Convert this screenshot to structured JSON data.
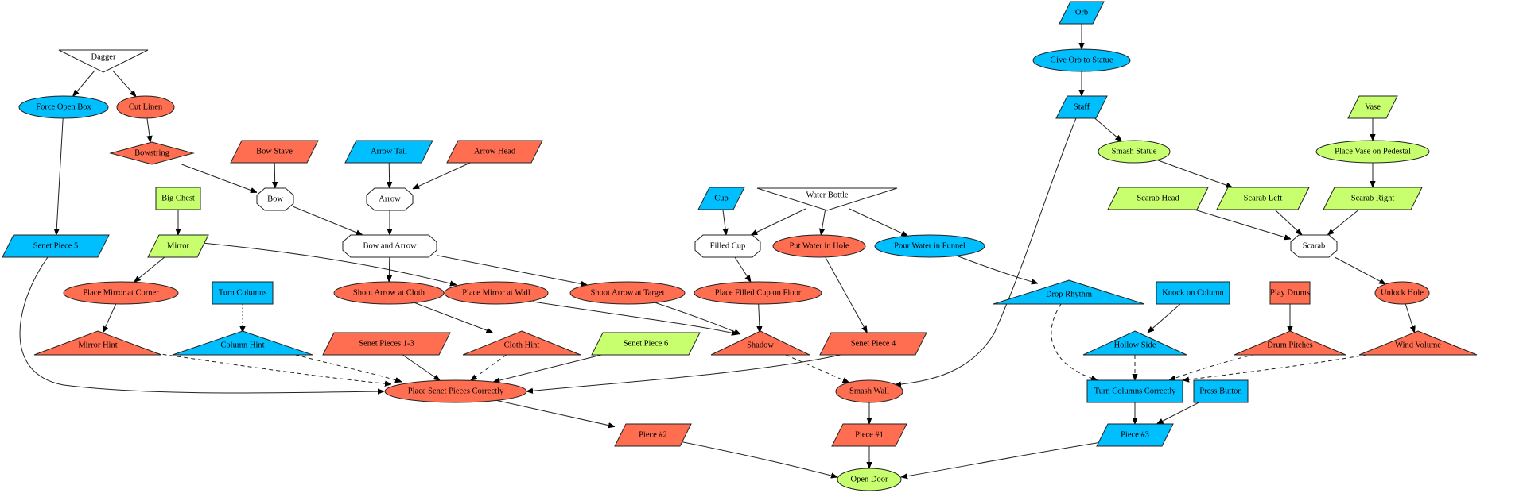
{
  "title": "Puzzle dependency graph",
  "colors": {
    "red": "#ff6e50",
    "blue": "#00bfff",
    "green": "#c8ff6e",
    "white": "#ffffff",
    "stroke": "#222222"
  },
  "nodes": [
    {
      "id": "dagger",
      "label": "Dagger",
      "shape": "invtriangle",
      "color": "white"
    },
    {
      "id": "force_open_box",
      "label": "Force Open Box",
      "shape": "ellipse",
      "color": "blue"
    },
    {
      "id": "cut_linen",
      "label": "Cut Linen",
      "shape": "ellipse",
      "color": "red"
    },
    {
      "id": "bowstring",
      "label": "Bowstring",
      "shape": "diamond",
      "color": "red"
    },
    {
      "id": "bow_stave",
      "label": "Bow Stave",
      "shape": "parallelogram",
      "color": "red"
    },
    {
      "id": "arrow_tail",
      "label": "Arrow Tail",
      "shape": "parallelogram",
      "color": "blue"
    },
    {
      "id": "arrow_head",
      "label": "Arrow Head",
      "shape": "parallelogram",
      "color": "red"
    },
    {
      "id": "bow",
      "label": "Bow",
      "shape": "octagon",
      "color": "white"
    },
    {
      "id": "arrow",
      "label": "Arrow",
      "shape": "octagon",
      "color": "white"
    },
    {
      "id": "big_chest",
      "label": "Big Chest",
      "shape": "box",
      "color": "green"
    },
    {
      "id": "bow_and_arrow",
      "label": "Bow and Arrow",
      "shape": "octagon",
      "color": "white"
    },
    {
      "id": "senet_piece_5",
      "label": "Senet Piece 5",
      "shape": "parallelogram",
      "color": "blue"
    },
    {
      "id": "mirror",
      "label": "Mirror",
      "shape": "parallelogram",
      "color": "green"
    },
    {
      "id": "place_mirror_corner",
      "label": "Place Mirror at Corner",
      "shape": "ellipse",
      "color": "red"
    },
    {
      "id": "turn_columns",
      "label": "Turn Columns",
      "shape": "box",
      "color": "blue"
    },
    {
      "id": "shoot_arrow_cloth",
      "label": "Shoot Arrow at Cloth",
      "shape": "ellipse",
      "color": "red"
    },
    {
      "id": "place_mirror_wall",
      "label": "Place Mirror at Wall",
      "shape": "ellipse",
      "color": "red"
    },
    {
      "id": "shoot_arrow_target",
      "label": "Shoot Arrow at Target",
      "shape": "ellipse",
      "color": "red"
    },
    {
      "id": "mirror_hint",
      "label": "Mirror Hint",
      "shape": "triangle",
      "color": "red"
    },
    {
      "id": "column_hint",
      "label": "Column Hint",
      "shape": "triangle",
      "color": "blue"
    },
    {
      "id": "senet_pieces_1_3",
      "label": "Senet Pieces 1-3",
      "shape": "parallelogram",
      "color": "red"
    },
    {
      "id": "cloth_hint",
      "label": "Cloth Hint",
      "shape": "triangle",
      "color": "red"
    },
    {
      "id": "senet_piece_6",
      "label": "Senet Piece 6",
      "shape": "parallelogram",
      "color": "green"
    },
    {
      "id": "place_senet",
      "label": "Place Senet Pieces Correctly",
      "shape": "ellipse",
      "color": "red"
    },
    {
      "id": "piece_2",
      "label": "Piece #2",
      "shape": "parallelogram",
      "color": "red"
    },
    {
      "id": "cup",
      "label": "Cup",
      "shape": "parallelogram",
      "color": "blue"
    },
    {
      "id": "water_bottle",
      "label": "Water Bottle",
      "shape": "invtriangle",
      "color": "white"
    },
    {
      "id": "filled_cup",
      "label": "Filled Cup",
      "shape": "octagon",
      "color": "white"
    },
    {
      "id": "put_water_hole",
      "label": "Put Water in Hole",
      "shape": "ellipse",
      "color": "red"
    },
    {
      "id": "pour_water_funnel",
      "label": "Pour Water in Funnel",
      "shape": "ellipse",
      "color": "blue"
    },
    {
      "id": "place_filled_cup",
      "label": "Place Filled Cup on Floor",
      "shape": "ellipse",
      "color": "red"
    },
    {
      "id": "shadow",
      "label": "Shadow",
      "shape": "triangle",
      "color": "red"
    },
    {
      "id": "senet_piece_4",
      "label": "Senet Piece 4",
      "shape": "parallelogram",
      "color": "red"
    },
    {
      "id": "smash_wall",
      "label": "Smash Wall",
      "shape": "ellipse",
      "color": "red"
    },
    {
      "id": "piece_1",
      "label": "Piece #1",
      "shape": "parallelogram",
      "color": "red"
    },
    {
      "id": "open_door",
      "label": "Open Door",
      "shape": "ellipse",
      "color": "green"
    },
    {
      "id": "orb",
      "label": "Orb",
      "shape": "parallelogram",
      "color": "blue"
    },
    {
      "id": "give_orb",
      "label": "Give Orb to Statue",
      "shape": "ellipse",
      "color": "blue"
    },
    {
      "id": "staff",
      "label": "Staff",
      "shape": "parallelogram",
      "color": "blue"
    },
    {
      "id": "smash_statue",
      "label": "Smash Statue",
      "shape": "ellipse",
      "color": "green"
    },
    {
      "id": "vase",
      "label": "Vase",
      "shape": "parallelogram",
      "color": "green"
    },
    {
      "id": "place_vase",
      "label": "Place Vase on Pedestal",
      "shape": "ellipse",
      "color": "green"
    },
    {
      "id": "scarab_head",
      "label": "Scarab Head",
      "shape": "parallelogram",
      "color": "green"
    },
    {
      "id": "scarab_left",
      "label": "Scarab Left",
      "shape": "parallelogram",
      "color": "green"
    },
    {
      "id": "scarab_right",
      "label": "Scarab Right",
      "shape": "parallelogram",
      "color": "green"
    },
    {
      "id": "scarab",
      "label": "Scarab",
      "shape": "octagon",
      "color": "white"
    },
    {
      "id": "drop_rhythm",
      "label": "Drop Rhythm",
      "shape": "triangle",
      "color": "blue"
    },
    {
      "id": "knock_column",
      "label": "Knock on Column",
      "shape": "box",
      "color": "blue"
    },
    {
      "id": "play_drums",
      "label": "Play Drums",
      "shape": "box",
      "color": "red"
    },
    {
      "id": "unlock_hole",
      "label": "Unlock Hole",
      "shape": "ellipse",
      "color": "red"
    },
    {
      "id": "hollow_side",
      "label": "Hollow Side",
      "shape": "triangle",
      "color": "blue"
    },
    {
      "id": "drum_pitches",
      "label": "Drum Pitches",
      "shape": "triangle",
      "color": "red"
    },
    {
      "id": "wind_volume",
      "label": "Wind Volume",
      "shape": "triangle",
      "color": "red"
    },
    {
      "id": "turn_columns_correctly",
      "label": "Turn Columns Correctly",
      "shape": "box",
      "color": "blue"
    },
    {
      "id": "press_button",
      "label": "Press Button",
      "shape": "box",
      "color": "blue"
    },
    {
      "id": "piece_3",
      "label": "Piece #3",
      "shape": "parallelogram",
      "color": "blue"
    }
  ],
  "edges": [
    {
      "from": "dagger",
      "to": "force_open_box",
      "style": "solid"
    },
    {
      "from": "dagger",
      "to": "cut_linen",
      "style": "solid"
    },
    {
      "from": "cut_linen",
      "to": "bowstring",
      "style": "solid"
    },
    {
      "from": "bowstring",
      "to": "bow",
      "style": "solid"
    },
    {
      "from": "bow_stave",
      "to": "bow",
      "style": "solid"
    },
    {
      "from": "arrow_tail",
      "to": "arrow",
      "style": "solid"
    },
    {
      "from": "arrow_head",
      "to": "arrow",
      "style": "solid"
    },
    {
      "from": "bow",
      "to": "bow_and_arrow",
      "style": "solid"
    },
    {
      "from": "arrow",
      "to": "bow_and_arrow",
      "style": "solid"
    },
    {
      "from": "force_open_box",
      "to": "senet_piece_5",
      "style": "solid"
    },
    {
      "from": "big_chest",
      "to": "mirror",
      "style": "solid"
    },
    {
      "from": "mirror",
      "to": "place_mirror_corner",
      "style": "solid"
    },
    {
      "from": "mirror",
      "to": "place_mirror_wall",
      "style": "solid"
    },
    {
      "from": "bow_and_arrow",
      "to": "shoot_arrow_cloth",
      "style": "solid"
    },
    {
      "from": "bow_and_arrow",
      "to": "shoot_arrow_target",
      "style": "solid"
    },
    {
      "from": "place_mirror_corner",
      "to": "mirror_hint",
      "style": "solid"
    },
    {
      "from": "turn_columns",
      "to": "column_hint",
      "style": "dotted"
    },
    {
      "from": "shoot_arrow_cloth",
      "to": "cloth_hint",
      "style": "solid"
    },
    {
      "from": "place_mirror_wall",
      "to": "shadow",
      "style": "solid"
    },
    {
      "from": "shoot_arrow_target",
      "to": "shadow",
      "style": "solid"
    },
    {
      "from": "senet_piece_5",
      "to": "place_senet",
      "style": "solid"
    },
    {
      "from": "mirror_hint",
      "to": "place_senet",
      "style": "dashed"
    },
    {
      "from": "column_hint",
      "to": "place_senet",
      "style": "dashed"
    },
    {
      "from": "senet_pieces_1_3",
      "to": "place_senet",
      "style": "solid"
    },
    {
      "from": "cloth_hint",
      "to": "place_senet",
      "style": "dashed"
    },
    {
      "from": "senet_piece_6",
      "to": "place_senet",
      "style": "solid"
    },
    {
      "from": "senet_piece_4",
      "to": "place_senet",
      "style": "solid"
    },
    {
      "from": "place_senet",
      "to": "piece_2",
      "style": "solid"
    },
    {
      "from": "cup",
      "to": "filled_cup",
      "style": "solid"
    },
    {
      "from": "water_bottle",
      "to": "filled_cup",
      "style": "solid"
    },
    {
      "from": "water_bottle",
      "to": "put_water_hole",
      "style": "solid"
    },
    {
      "from": "water_bottle",
      "to": "pour_water_funnel",
      "style": "solid"
    },
    {
      "from": "filled_cup",
      "to": "place_filled_cup",
      "style": "solid"
    },
    {
      "from": "place_filled_cup",
      "to": "shadow",
      "style": "solid"
    },
    {
      "from": "put_water_hole",
      "to": "senet_piece_4",
      "style": "solid"
    },
    {
      "from": "pour_water_funnel",
      "to": "drop_rhythm",
      "style": "solid"
    },
    {
      "from": "shadow",
      "to": "smash_wall",
      "style": "dashed"
    },
    {
      "from": "staff",
      "to": "smash_wall",
      "style": "solid"
    },
    {
      "from": "smash_wall",
      "to": "piece_1",
      "style": "solid"
    },
    {
      "from": "piece_2",
      "to": "open_door",
      "style": "solid"
    },
    {
      "from": "piece_1",
      "to": "open_door",
      "style": "solid"
    },
    {
      "from": "piece_3",
      "to": "open_door",
      "style": "solid"
    },
    {
      "from": "orb",
      "to": "give_orb",
      "style": "solid"
    },
    {
      "from": "give_orb",
      "to": "staff",
      "style": "solid"
    },
    {
      "from": "staff",
      "to": "smash_statue",
      "style": "solid"
    },
    {
      "from": "smash_statue",
      "to": "scarab_left",
      "style": "solid"
    },
    {
      "from": "vase",
      "to": "place_vase",
      "style": "solid"
    },
    {
      "from": "place_vase",
      "to": "scarab_right",
      "style": "solid"
    },
    {
      "from": "scarab_head",
      "to": "scarab",
      "style": "solid"
    },
    {
      "from": "scarab_left",
      "to": "scarab",
      "style": "solid"
    },
    {
      "from": "scarab_right",
      "to": "scarab",
      "style": "solid"
    },
    {
      "from": "scarab",
      "to": "unlock_hole",
      "style": "solid"
    },
    {
      "from": "knock_column",
      "to": "hollow_side",
      "style": "solid"
    },
    {
      "from": "play_drums",
      "to": "drum_pitches",
      "style": "solid"
    },
    {
      "from": "unlock_hole",
      "to": "wind_volume",
      "style": "solid"
    },
    {
      "from": "drop_rhythm",
      "to": "turn_columns_correctly",
      "style": "dashed"
    },
    {
      "from": "hollow_side",
      "to": "turn_columns_correctly",
      "style": "dashed"
    },
    {
      "from": "drum_pitches",
      "to": "turn_columns_correctly",
      "style": "dashed"
    },
    {
      "from": "wind_volume",
      "to": "turn_columns_correctly",
      "style": "dashed"
    },
    {
      "from": "turn_columns_correctly",
      "to": "piece_3",
      "style": "solid"
    },
    {
      "from": "press_button",
      "to": "piece_3",
      "style": "solid"
    }
  ]
}
